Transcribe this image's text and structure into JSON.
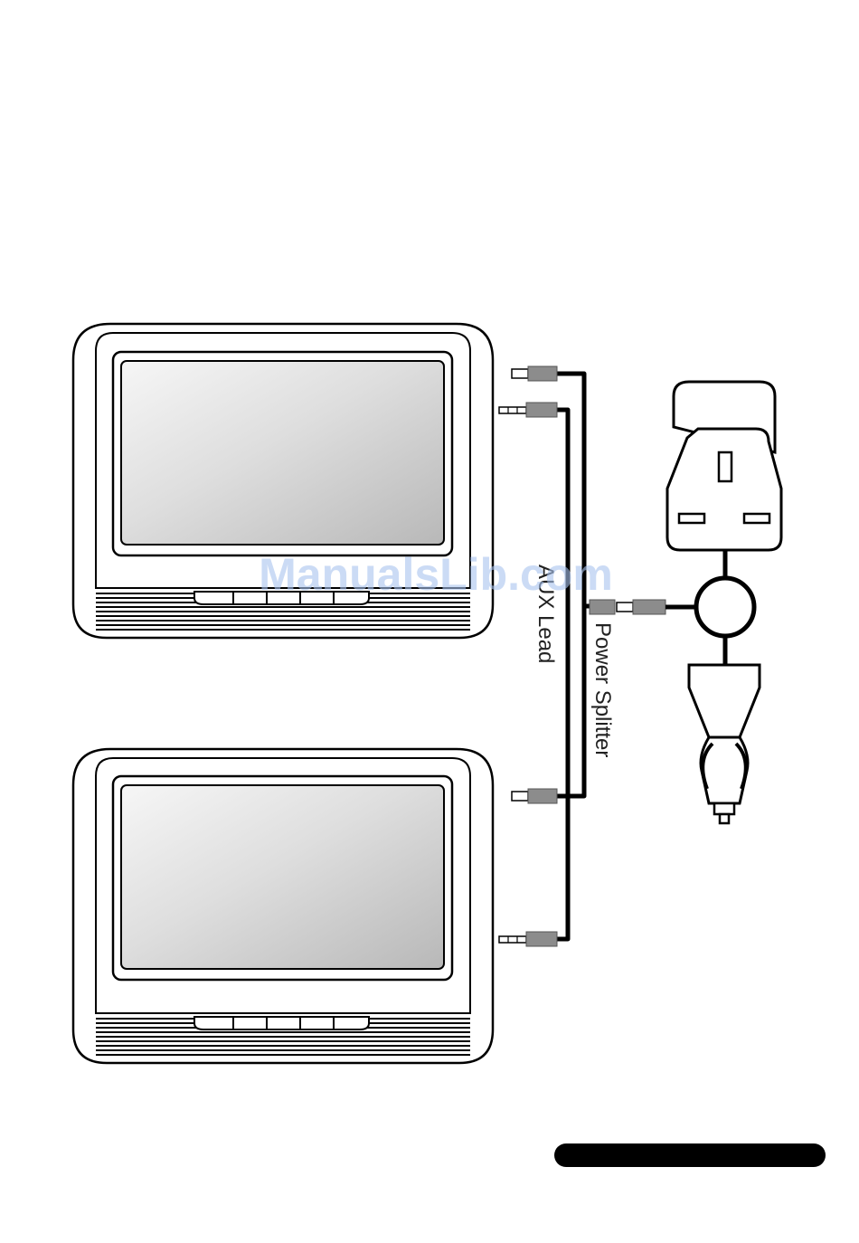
{
  "labels": {
    "aux_lead": "AUX Lead",
    "power_splitter": "Power Splitter"
  },
  "watermark": {
    "text": "ManualsLib.com",
    "color": "#a9c3ee"
  },
  "colors": {
    "stroke": "#000000",
    "plug_gray": "#8c8c8c",
    "screen_light": "#f4f4f4",
    "screen_dark": "#bdbdbd",
    "footer_bar": "#000000"
  },
  "icons": {
    "monitor_top": "portable-dvd-monitor-icon",
    "monitor_bottom": "portable-dvd-monitor-icon",
    "mains_plug": "uk-mains-plug-icon",
    "car_plug": "car-cigarette-plug-icon"
  }
}
